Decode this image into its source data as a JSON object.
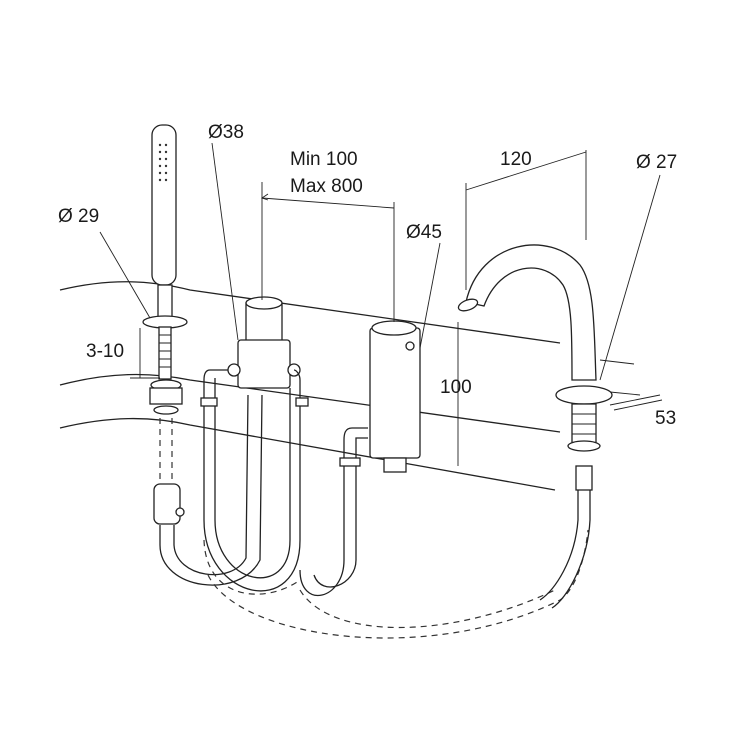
{
  "labels": {
    "hand_shower_hole": "Ø 29",
    "deck_thickness": "3-10",
    "valve_diameter": "Ø38",
    "spacing_min": "Min 100",
    "spacing_max": "Max 800",
    "diverter_diameter": "Ø45",
    "spout_reach": "120",
    "spout_diameter": "Ø 27",
    "spout_height": "100",
    "spout_base": "53"
  },
  "colors": {
    "line": "#222222",
    "background": "#ffffff"
  }
}
